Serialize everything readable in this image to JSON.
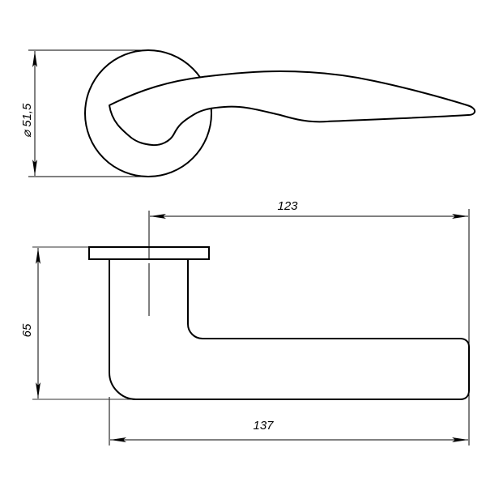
{
  "top_view": {
    "diameter_label": "⌀ 51,5"
  },
  "side_view": {
    "length_to_axis_label": "123",
    "height_label": "65",
    "total_length_label": "137"
  },
  "colors": {
    "line": "#000000",
    "dimension": "#333333",
    "background": "#ffffff"
  }
}
